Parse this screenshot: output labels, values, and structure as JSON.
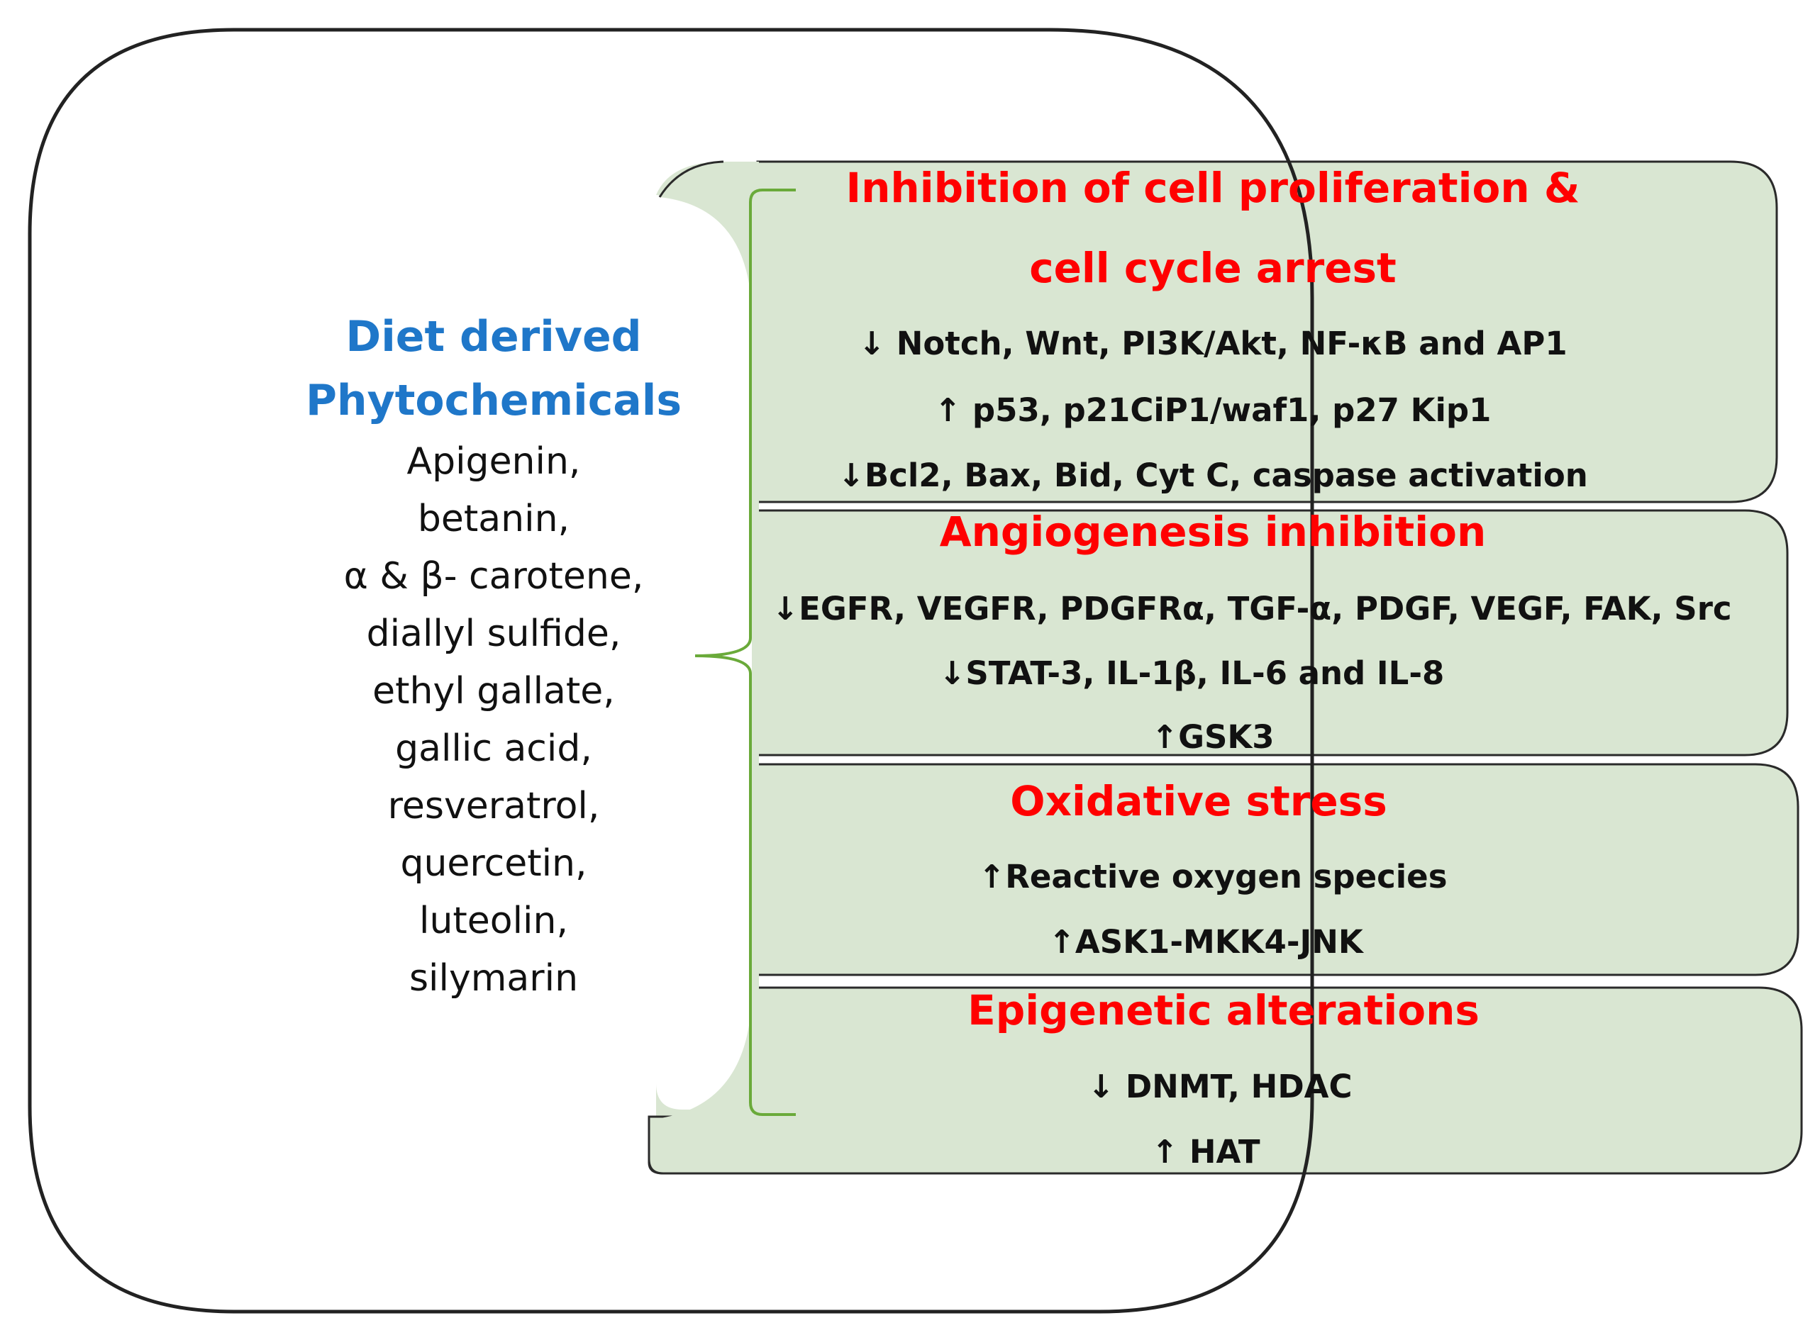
{
  "colors": {
    "panel_fill": "#d9e6d2",
    "panel_stroke": "#2a2a2a",
    "title_red": "#ff0000",
    "heading_blue": "#1f77c9",
    "bracket_green": "#6aaa3a",
    "text": "#111111"
  },
  "phytochemicals": {
    "title_line1": "Diet derived",
    "title_line2": "Phytochemicals",
    "items": [
      "Apigenin,",
      "betanin,",
      "α & β- carotene,",
      "diallyl sulfide,",
      "ethyl gallate,",
      "gallic acid,",
      "resveratrol,",
      "quercetin,",
      "luteolin,",
      "silymarin"
    ]
  },
  "panels": [
    {
      "title_lines": [
        "Inhibition of cell proliferation &",
        "cell cycle arrest"
      ],
      "lines": [
        "↓ Notch, Wnt, PI3K/Akt, NF-κB and AP1",
        "↑ p53, p21CiP1/waf1, p27 Kip1",
        "↓Bcl2, Bax, Bid, Cyt C, caspase activation"
      ]
    },
    {
      "title_lines": [
        "Angiogenesis inhibition"
      ],
      "lines": [
        "↓EGFR, VEGFR, PDGFRα, TGF-α, PDGF, VEGF, FAK, Src",
        "↓STAT-3, IL-1β, IL-6 and IL-8",
        "↑GSK3"
      ]
    },
    {
      "title_lines": [
        "Oxidative stress"
      ],
      "lines": [
        "↑Reactive oxygen species",
        "↑ASK1-MKK4-JNK"
      ]
    },
    {
      "title_lines": [
        "Epigenetic alterations"
      ],
      "lines": [
        "↓ DNMT, HDAC",
        "↑ HAT"
      ]
    }
  ]
}
